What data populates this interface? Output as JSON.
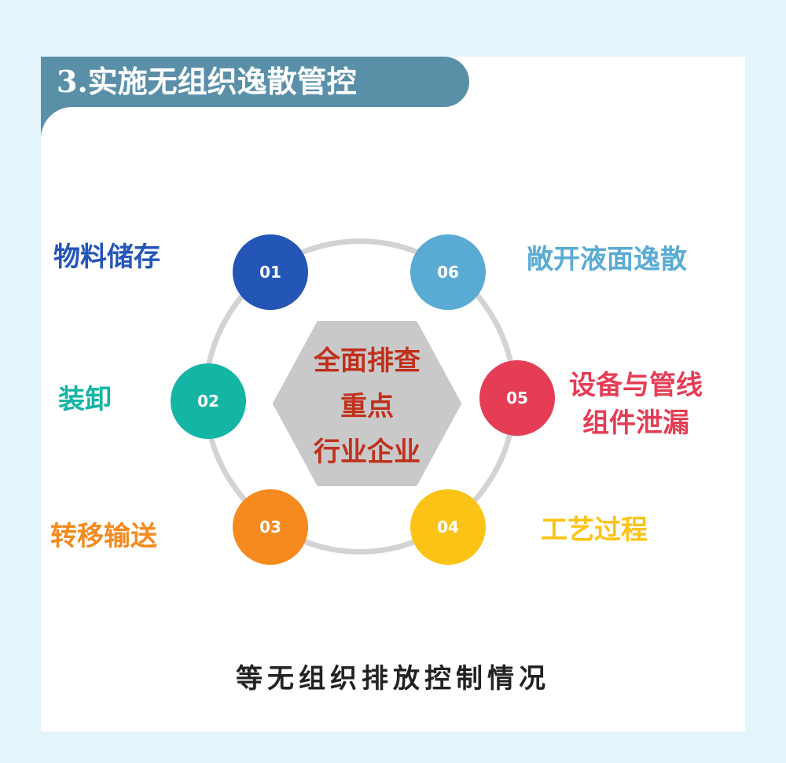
{
  "title": "3.实施无组织逸散管控",
  "center": {
    "lines": [
      "全面排查",
      "重点",
      "行业企业"
    ]
  },
  "nodes": [
    {
      "num": "01",
      "label": "物料储存",
      "color": "#2456b8"
    },
    {
      "num": "02",
      "label": "装卸",
      "color": "#14b5a5"
    },
    {
      "num": "03",
      "label": "转移输送",
      "color": "#f68a1e"
    },
    {
      "num": "04",
      "label": "工艺过程",
      "color": "#fbc315"
    },
    {
      "num": "05",
      "label_lines": [
        "设备与管线",
        "组件泄漏"
      ],
      "color": "#e53d55"
    },
    {
      "num": "06",
      "label": "敞开液面逸散",
      "color": "#5aabd4"
    }
  ],
  "footer": "等无组织排放控制情况"
}
